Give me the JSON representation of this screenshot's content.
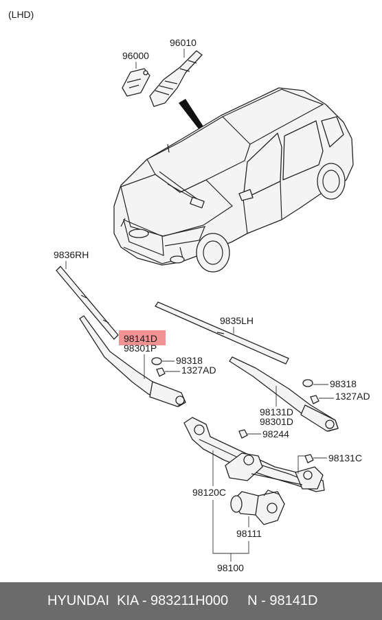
{
  "diagram": {
    "variant": "(LHD)",
    "labels": {
      "p96000": "96000",
      "p96010": "96010",
      "p9836RH": "9836RH",
      "p9835LH": "9835LH",
      "p98141D": "98141D",
      "p98301P": "98301P",
      "p98318a": "98318",
      "p1327ADa": "1327AD",
      "p98318b": "98318",
      "p1327ADb": "1327AD",
      "p98131D": "98131D",
      "p98301D": "98301D",
      "p98244": "98244",
      "p98131C": "98131C",
      "p98120C": "98120C",
      "p98111": "98111",
      "p98100": "98100"
    },
    "highlight_color": "#f08080"
  },
  "footer": {
    "brand": "HYUNDAI  KIA - 983211H000",
    "code": "N - 98141D",
    "background": "#6b6b6b"
  }
}
